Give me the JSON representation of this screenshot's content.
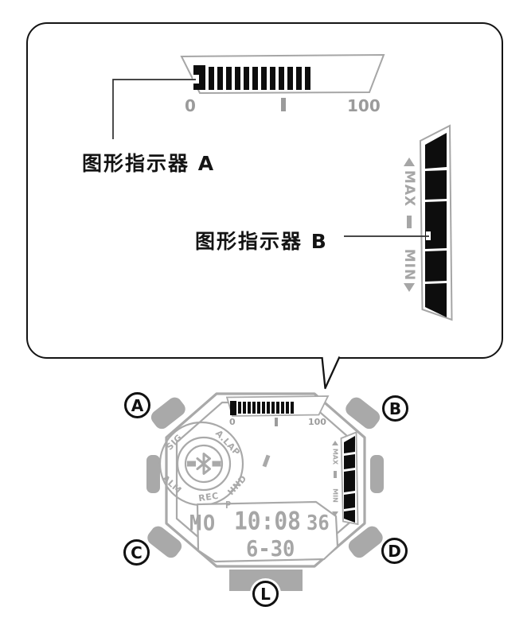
{
  "colors": {
    "outline_gray": "#a6a6a6",
    "case_gray": "#a9a9a9",
    "lcd_text_gray": "#a6a6a6",
    "scale_text_gray": "#9b9b9b",
    "ink_black": "#141414",
    "segment_black": "#0d0d0d"
  },
  "callout": {
    "indicator_a": {
      "label": "图形指示器 A",
      "scale_min": "0",
      "scale_max": "100",
      "narrow_bars": 12
    },
    "indicator_b": {
      "label": "图形指示器 B",
      "max_label": "MAX",
      "min_label": "MIN",
      "segments": 5
    }
  },
  "watch": {
    "top_gauge": {
      "scale_min": "0",
      "scale_max": "100",
      "narrow_bars": 12
    },
    "side_gauge": {
      "max_label": "MAX",
      "min_label": "MIN",
      "segments": 5
    },
    "dial": {
      "sig": "SIG",
      "alap": "A.LAP",
      "alm": "ALM",
      "rec": "REC",
      "hnd": "HND"
    },
    "lcd": {
      "day": "MO",
      "pm": "P",
      "time": "10:08",
      "seconds": "36",
      "date": "6-30"
    },
    "buttons": {
      "a": "A",
      "b": "B",
      "c": "C",
      "d": "D",
      "l": "L"
    }
  }
}
